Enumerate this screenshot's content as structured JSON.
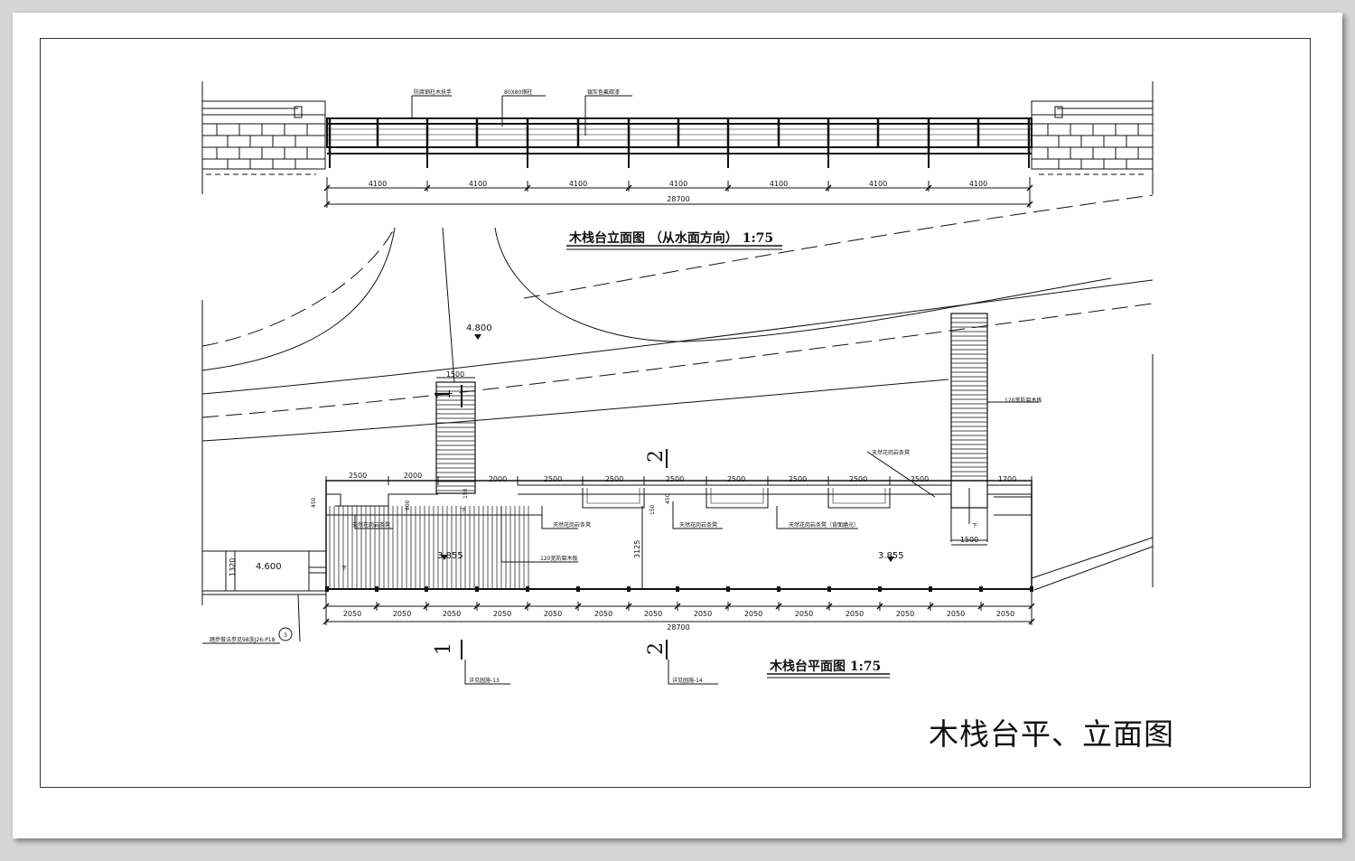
{
  "elevation": {
    "title": "木栈台立面图 （从水面方向） 1:75",
    "callouts": [
      "防腐钢柱木扶手",
      "80X80钢柱",
      "银灰色氟碳漆"
    ],
    "spans": [
      "4100",
      "4100",
      "4100",
      "4100",
      "4100",
      "4100",
      "4100"
    ],
    "total": "28700"
  },
  "plan": {
    "title": "木栈台平面图  1:75",
    "top_dims": [
      "2500",
      "2000",
      "2000",
      "2500",
      "2500",
      "2500",
      "2500",
      "2500",
      "2500",
      "2500",
      "1700"
    ],
    "bottom_spans": [
      "2050",
      "2050",
      "2050",
      "2050",
      "2050",
      "2050",
      "2050",
      "2050",
      "2050",
      "2050",
      "2050",
      "2050",
      "2050",
      "2050"
    ],
    "total": "28700",
    "stair_left_width": "1500",
    "stair_right_width": "1500",
    "levels": {
      "upper": "4.800",
      "deck_left": "3.855",
      "deck_right": "3.855",
      "path": "4.600"
    },
    "small_dims": [
      "450",
      "800",
      "150",
      "450",
      "150",
      "3125",
      "1320"
    ],
    "labels": {
      "bench_stone_1": "天然花岗岩条凳",
      "bench_stone_2": "天然花岗岩条凳",
      "bench_stone_3": "天然花岗岩条凳",
      "bench_stone_4": "天然花岗岩条凳（背面磨光）",
      "bench_stone_5": "天然花岗岩条凳",
      "deck_board": "120宽防腐木板",
      "stair_board": "120宽防腐木板",
      "step_detail": "踏步做法参见98浙J26-P18",
      "detail_num": "3",
      "down_1": "下",
      "down_2": "下",
      "down_3": "下"
    },
    "sections": [
      {
        "num": "1",
        "ref": "详见园施-13"
      },
      {
        "num": "2",
        "ref": "详见园施-14"
      }
    ]
  },
  "sheet_title": "木栈台平、立面图"
}
